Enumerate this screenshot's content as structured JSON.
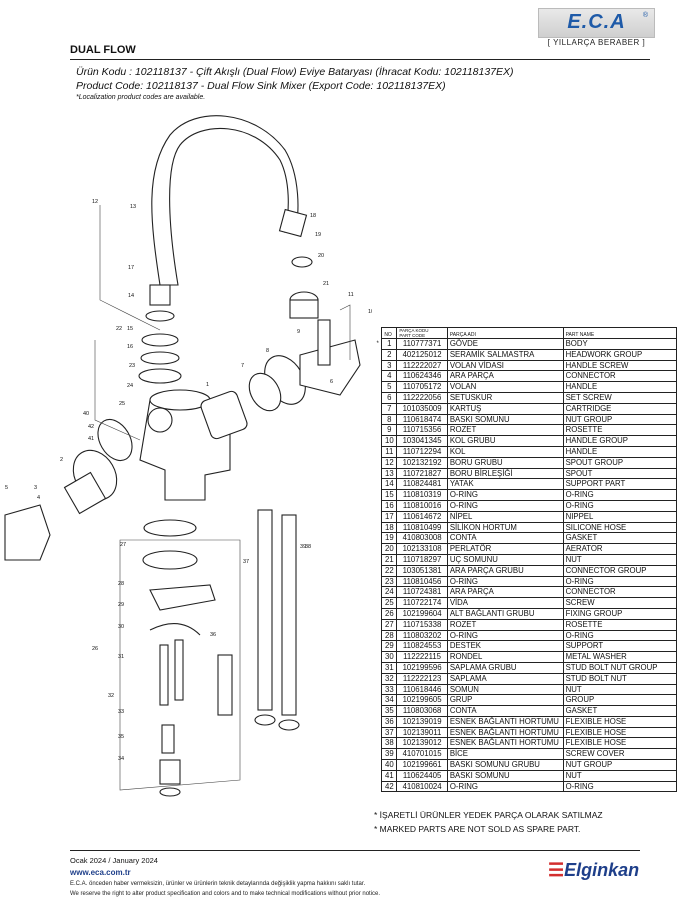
{
  "brand": {
    "logo": "E.C.A",
    "slogan": "[ YILLARÇA BERABER ]"
  },
  "title": "DUAL FLOW",
  "product": {
    "line_tr": "Ürün Kodu : 102118137 - Çift Akışlı (Dual Flow) Eviye Bataryası (İhracat Kodu: 102118137EX)",
    "line_en": "Product Code: 102118137 - Dual Flow Sink Mixer  (Export Code: 102118137EX)",
    "note": "*Localization product codes are available."
  },
  "table": {
    "headers": {
      "no": "NO",
      "code": "PARÇA KODU\nPART CODE",
      "name_tr": "PARÇA ADI",
      "name_en": "PART NAME"
    },
    "rows": [
      {
        "mark": "*",
        "no": "1",
        "code": "110777371",
        "tr": "GÖVDE",
        "en": "BODY"
      },
      {
        "mark": "",
        "no": "2",
        "code": "402125012",
        "tr": "SERAMİK SALMASTRA",
        "en": "HEADWORK GROUP"
      },
      {
        "mark": "",
        "no": "3",
        "code": "112222027",
        "tr": "VOLAN VİDASI",
        "en": "HANDLE SCREW"
      },
      {
        "mark": "",
        "no": "4",
        "code": "110624346",
        "tr": "ARA PARÇA",
        "en": "CONNECTOR"
      },
      {
        "mark": "",
        "no": "5",
        "code": "110705172",
        "tr": "VOLAN",
        "en": "HANDLE"
      },
      {
        "mark": "",
        "no": "6",
        "code": "112222056",
        "tr": "SETUSKUR",
        "en": "SET SCREW"
      },
      {
        "mark": "",
        "no": "7",
        "code": "101035009",
        "tr": "KARTUŞ",
        "en": "CARTRIDGE"
      },
      {
        "mark": "",
        "no": "8",
        "code": "110618474",
        "tr": "BASKI SOMUNU",
        "en": "NUT GROUP"
      },
      {
        "mark": "",
        "no": "9",
        "code": "110715356",
        "tr": "ROZET",
        "en": "ROSETTE"
      },
      {
        "mark": "",
        "no": "10",
        "code": "103041345",
        "tr": "KOL GRUBU",
        "en": "HANDLE GROUP"
      },
      {
        "mark": "",
        "no": "11",
        "code": "110712294",
        "tr": "KOL",
        "en": "HANDLE"
      },
      {
        "mark": "",
        "no": "12",
        "code": "102132192",
        "tr": "BORU GRUBU",
        "en": "SPOUT GROUP"
      },
      {
        "mark": "",
        "no": "13",
        "code": "110721827",
        "tr": "BORU BİRLEŞİĞİ",
        "en": "SPOUT"
      },
      {
        "mark": "",
        "no": "14",
        "code": "110824481",
        "tr": "YATAK",
        "en": "SUPPORT PART"
      },
      {
        "mark": "",
        "no": "15",
        "code": "110810319",
        "tr": "O-RING",
        "en": "O-RING"
      },
      {
        "mark": "",
        "no": "16",
        "code": "110810016",
        "tr": "O-RING",
        "en": "O-RING"
      },
      {
        "mark": "",
        "no": "17",
        "code": "110614672",
        "tr": "NİPEL",
        "en": "NIPPEL"
      },
      {
        "mark": "",
        "no": "18",
        "code": "110810499",
        "tr": "SİLİKON HORTUM",
        "en": "SILICONE HOSE"
      },
      {
        "mark": "",
        "no": "19",
        "code": "410803008",
        "tr": "CONTA",
        "en": "GASKET"
      },
      {
        "mark": "",
        "no": "20",
        "code": "102133108",
        "tr": "PERLATÖR",
        "en": "AERATOR"
      },
      {
        "mark": "",
        "no": "21",
        "code": "110718297",
        "tr": "UÇ SOMUNU",
        "en": "NUT"
      },
      {
        "mark": "",
        "no": "22",
        "code": "103051381",
        "tr": "ARA PARÇA GRUBU",
        "en": "CONNECTOR GROUP"
      },
      {
        "mark": "",
        "no": "23",
        "code": "110810456",
        "tr": "O-RING",
        "en": "O-RING"
      },
      {
        "mark": "",
        "no": "24",
        "code": "110724381",
        "tr": "ARA PARÇA",
        "en": "CONNECTOR"
      },
      {
        "mark": "",
        "no": "25",
        "code": "110722174",
        "tr": "VİDA",
        "en": "SCREW"
      },
      {
        "mark": "",
        "no": "26",
        "code": "102199604",
        "tr": "ALT BAĞLANTI GRUBU",
        "en": "FIXING GROUP"
      },
      {
        "mark": "",
        "no": "27",
        "code": "110715338",
        "tr": "ROZET",
        "en": "ROSETTE"
      },
      {
        "mark": "",
        "no": "28",
        "code": "110803202",
        "tr": "O-RING",
        "en": "O-RING"
      },
      {
        "mark": "",
        "no": "29",
        "code": "110824553",
        "tr": "DESTEK",
        "en": "SUPPORT"
      },
      {
        "mark": "",
        "no": "30",
        "code": "112222115",
        "tr": "RONDEL",
        "en": "METAL WASHER"
      },
      {
        "mark": "",
        "no": "31",
        "code": "102199596",
        "tr": "SAPLAMA GRUBU",
        "en": "STUD BOLT NUT GROUP"
      },
      {
        "mark": "",
        "no": "32",
        "code": "112222123",
        "tr": "SAPLAMA",
        "en": "STUD BOLT NUT"
      },
      {
        "mark": "",
        "no": "33",
        "code": "110618446",
        "tr": "SOMUN",
        "en": "NUT"
      },
      {
        "mark": "",
        "no": "34",
        "code": "102199605",
        "tr": "GRUP",
        "en": "GROUP"
      },
      {
        "mark": "",
        "no": "35",
        "code": "110803068",
        "tr": "CONTA",
        "en": "GASKET"
      },
      {
        "mark": "",
        "no": "36",
        "code": "102139019",
        "tr": "ESNEK BAĞLANTI HORTUMU",
        "en": "FLEXIBLE HOSE"
      },
      {
        "mark": "",
        "no": "37",
        "code": "102139011",
        "tr": "ESNEK BAĞLANTI HORTUMU",
        "en": "FLEXIBLE HOSE"
      },
      {
        "mark": "",
        "no": "38",
        "code": "102139012",
        "tr": "ESNEK BAĞLANTI HORTUMU",
        "en": "FLEXIBLE HOSE"
      },
      {
        "mark": "",
        "no": "39",
        "code": "410701015",
        "tr": "BİCE",
        "en": "SCREW COVER"
      },
      {
        "mark": "",
        "no": "40",
        "code": "102199661",
        "tr": "BASKI SOMUNU GRUBU",
        "en": "NUT GROUP"
      },
      {
        "mark": "",
        "no": "41",
        "code": "110624405",
        "tr": "BASKI SOMUNU",
        "en": "NUT"
      },
      {
        "mark": "",
        "no": "42",
        "code": "410810024",
        "tr": "O-RING",
        "en": "O-RING"
      }
    ]
  },
  "notes": {
    "tr": "* İŞARETLİ ÜRÜNLER YEDEK PARÇA OLARAK SATILMAZ",
    "en": "* MARKED PARTS ARE NOT SOLD AS SPARE PART."
  },
  "footer": {
    "date": "Ocak 2024 / January 2024",
    "website": "www.eca.com.tr",
    "disclaimer_tr": "E.C.A. önceden haber vermeksizin, ürünler ve ürünlerin teknik detaylarında değişiklik yapma hakkını saklı tutar.",
    "disclaimer_en": "We reserve the right to alter product specification and colors and to make technical modifications without prior notice.",
    "company": "Elginkan"
  },
  "diagram_labels": [
    "1",
    "2",
    "3",
    "4",
    "5",
    "6",
    "7",
    "8",
    "9",
    "10",
    "11",
    "12",
    "13",
    "14",
    "15",
    "16",
    "17",
    "18",
    "19",
    "20",
    "21",
    "22",
    "23",
    "24",
    "25",
    "26",
    "27",
    "28",
    "29",
    "30",
    "31",
    "32",
    "33",
    "34",
    "35",
    "36",
    "37",
    "38",
    "39",
    "40",
    "41",
    "42"
  ]
}
